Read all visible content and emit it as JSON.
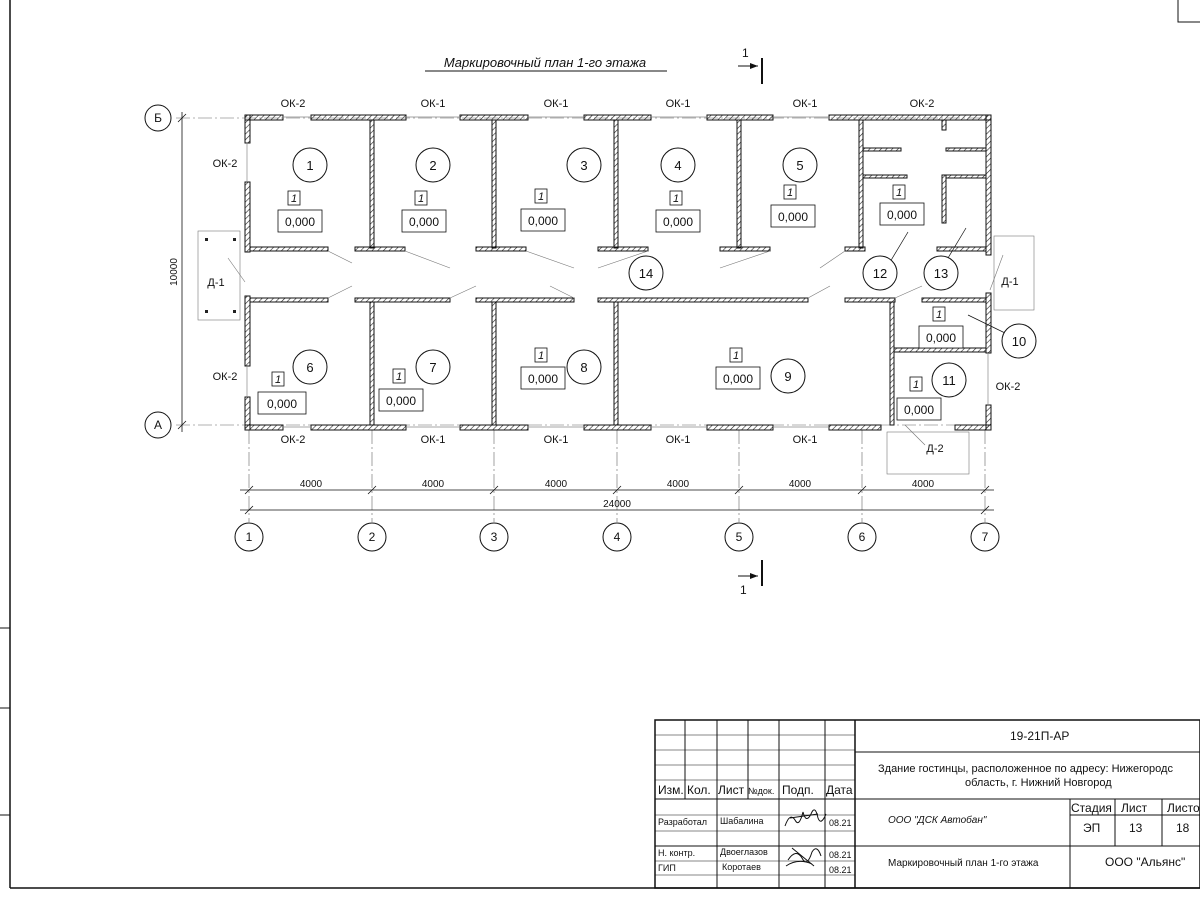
{
  "drawing": {
    "title": "Маркировочный план 1-го этажа",
    "section_mark": "1",
    "overall_length": "24000",
    "overall_width": "10000",
    "spans": [
      "4000",
      "4000",
      "4000",
      "4000",
      "4000",
      "4000"
    ],
    "axes_vertical": [
      "1",
      "2",
      "3",
      "4",
      "5",
      "6",
      "7"
    ],
    "axes_horizontal": [
      "Б",
      "А"
    ],
    "windows_top": [
      "ОК-2",
      "ОК-1",
      "ОК-1",
      "ОК-1",
      "ОК-1",
      "ОК-2"
    ],
    "windows_bottom": [
      "ОК-2",
      "ОК-1",
      "ОК-1",
      "ОК-1",
      "ОК-1"
    ],
    "windows_side": [
      "ОК-2",
      "ОК-2",
      "ОК-2"
    ],
    "doors": [
      "Д-1",
      "Д-1",
      "Д-2"
    ],
    "floor_mark": "1",
    "level": "0,000",
    "rooms": [
      "1",
      "2",
      "3",
      "4",
      "5",
      "6",
      "7",
      "8",
      "9",
      "10",
      "11",
      "12",
      "13",
      "14"
    ]
  },
  "title_block": {
    "code": "19-21П-АР",
    "object_line1": "Здание гостинцы, расположенное по адресу: Нижегородс",
    "object_line2": "область, г. Нижний Новгород",
    "company": "ООО \"ДСК Автобан\"",
    "sheet_title": "Маркировочный план 1-го этажа",
    "org": "ООО \"Альянс\"",
    "headers": {
      "izm": "Изм.",
      "kol": "Кол.",
      "list": "Лист",
      "ndok": "№док.",
      "podp": "Подп.",
      "data": "Дата"
    },
    "stage_header": "Стадия",
    "sheet_header": "Лист",
    "sheets_header": "Листо",
    "stage": "ЭП",
    "sheet": "13",
    "sheets": "18",
    "rows": [
      {
        "role": "Разработал",
        "name": "Шабалина",
        "date": "08.21"
      },
      {
        "role": "Н. контр.",
        "name": "Двоеглазов",
        "date": "08.21"
      },
      {
        "role": "ГИП",
        "name": "Коротаев",
        "date": "08.21"
      }
    ]
  }
}
